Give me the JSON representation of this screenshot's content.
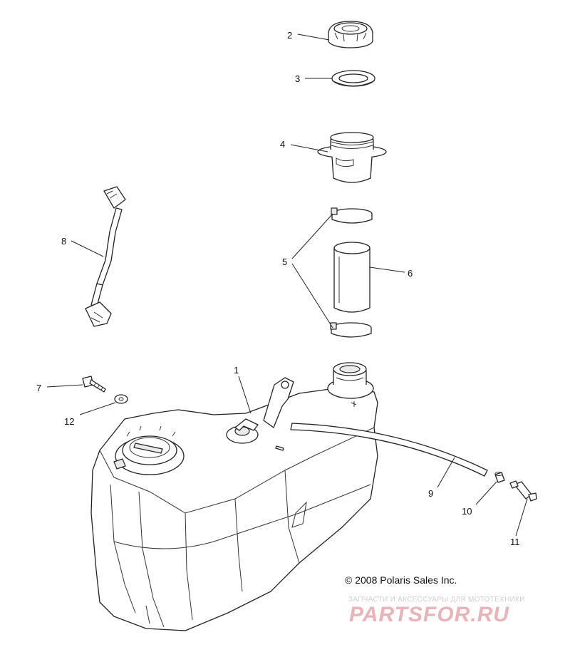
{
  "diagram": {
    "callouts": [
      "1",
      "2",
      "3",
      "4",
      "5",
      "6",
      "7",
      "8",
      "9",
      "10",
      "11",
      "12"
    ],
    "copyright": "© 2008 Polaris Sales Inc.",
    "watermark": {
      "subtitle": "ЗАПЧАСТИ И АКСЕССУАРЫ ДЛЯ МОТОТЕХНИКИ",
      "logo": "PARTSFOR.RU"
    }
  }
}
